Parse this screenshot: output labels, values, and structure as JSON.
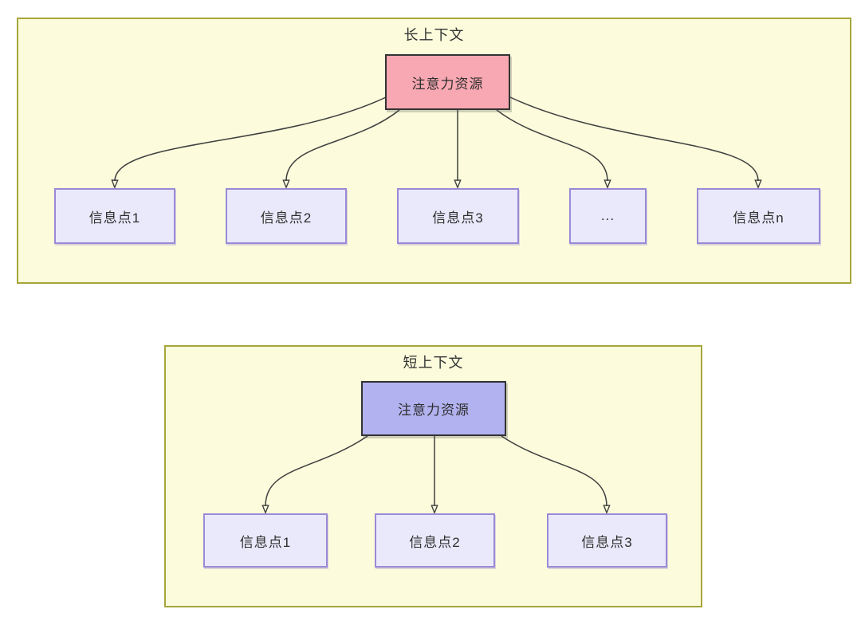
{
  "panels": [
    {
      "title": "长上下文",
      "source_node": {
        "label": "注意力资源",
        "fill": "#F8A8B2"
      },
      "targets": [
        {
          "label": "信息点1"
        },
        {
          "label": "信息点2"
        },
        {
          "label": "信息点3"
        },
        {
          "label": "..."
        },
        {
          "label": "信息点n"
        }
      ]
    },
    {
      "title": "短上下文",
      "source_node": {
        "label": "注意力资源",
        "fill": "#B2B2F0"
      },
      "targets": [
        {
          "label": "信息点1"
        },
        {
          "label": "信息点2"
        },
        {
          "label": "信息点3"
        }
      ]
    }
  ],
  "colors": {
    "panel_fill": "#FCFCDC",
    "panel_border": "#A6A63C",
    "long_source_fill": "#F8A8B2",
    "short_source_fill": "#B2B2F0",
    "target_fill": "#E9E9FB",
    "target_border": "#9A89D6",
    "node_border": "#333333",
    "arrow": "#3F3F3F",
    "text": "#333333"
  }
}
